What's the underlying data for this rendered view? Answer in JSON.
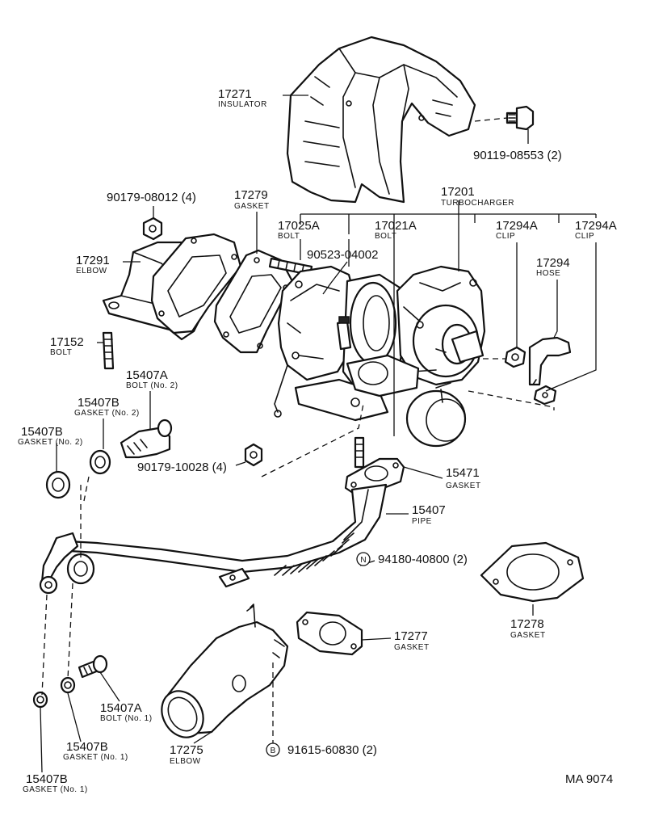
{
  "callouts": {
    "c17271": {
      "number": "17271",
      "name": "INSULATOR"
    },
    "c90119": {
      "number": "90119-08553 (2)"
    },
    "c90179_08012": {
      "number": "90179-08012 (4)"
    },
    "c17279": {
      "number": "17279",
      "name": "GASKET"
    },
    "c17201": {
      "number": "17201",
      "name": "TURBOCHARGER"
    },
    "c17025A": {
      "number": "17025A",
      "name": "BOLT"
    },
    "c17021A": {
      "number": "17021A",
      "name": "BOLT"
    },
    "c17294A_1": {
      "number": "17294A",
      "name": "CLIP"
    },
    "c17294A_2": {
      "number": "17294A",
      "name": "CLIP"
    },
    "c17291": {
      "number": "17291",
      "name": "ELBOW"
    },
    "c90523": {
      "number": "90523-04002"
    },
    "c17294": {
      "number": "17294",
      "name": "HOSE"
    },
    "c17152": {
      "number": "17152",
      "name": "BOLT"
    },
    "c15407A_2": {
      "number": "15407A",
      "name": "BOLT (No. 2)"
    },
    "c15407B_g2a": {
      "number": "15407B",
      "name": "GASKET (No. 2)"
    },
    "c15407B_g2b": {
      "number": "15407B",
      "name": "GASKET (No. 2)"
    },
    "c90179_10028": {
      "number": "90179-10028 (4)"
    },
    "c15471": {
      "number": "15471",
      "name": "GASKET"
    },
    "c15407": {
      "number": "15407",
      "name": "PIPE"
    },
    "c94180": {
      "number": "94180-40800 (2)",
      "marker": "N"
    },
    "c17278": {
      "number": "17278",
      "name": "GASKET"
    },
    "c17277": {
      "number": "17277",
      "name": "GASKET"
    },
    "c15407A_1": {
      "number": "15407A",
      "name": "BOLT (No. 1)"
    },
    "c15407B_g1a": {
      "number": "15407B",
      "name": "GASKET (No. 1)"
    },
    "c15407B_g1b": {
      "number": "15407B",
      "name": "GASKET (No. 1)"
    },
    "c17275": {
      "number": "17275",
      "name": "ELBOW"
    },
    "c91615": {
      "number": "91615-60830 (2)",
      "marker": "B"
    }
  },
  "diagram_code": "MA 9074"
}
